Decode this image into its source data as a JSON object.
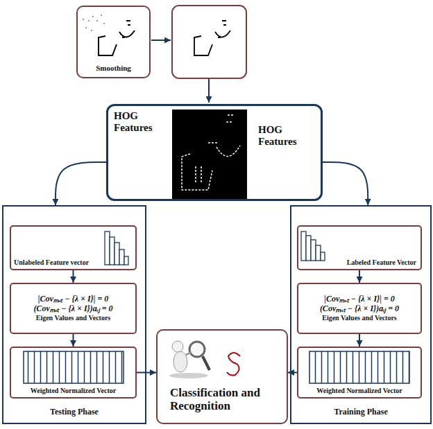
{
  "diagram": {
    "nodes": [
      {
        "text": [
          "Smoothing"
        ]
      },
      {
        "text": [
          "HOG Features",
          "HOG Features"
        ]
      },
      {
        "text": [
          "Testing Phase"
        ]
      },
      {
        "text": [
          "Unlabeled Feature vector"
        ],
        "in": 2
      },
      {
        "text": [
          "|Covₘₐₜ − {λ × I}| = 0",
          "(Covₘₐₜ − {λ × I})aᵢⱼ = 0",
          "Eigen Values and Vectors"
        ],
        "in": 2
      },
      {
        "text": [
          "Weighted Normalized Vector"
        ],
        "in": 2
      },
      {
        "text": [
          "Classification and Recognition"
        ]
      },
      {
        "text": [
          "Training Phase"
        ]
      },
      {
        "text": [
          "Labeled Feature Vector"
        ],
        "in": 7
      },
      {
        "text": [
          "|Covₘₐₜ − {λ × I}| = 0",
          "(Covₘₐₜ − {λ × I})aᵢⱼ = 0",
          "Eigen Values and Vectors"
        ],
        "in": 7
      },
      {
        "text": [
          "Weighted Normalized Vector"
        ],
        "in": 7
      }
    ],
    "edges": [
      {
        "from": 1,
        "to": 2,
        "arrow": "to"
      },
      {
        "from": 1,
        "to": 7,
        "arrow": "to"
      },
      {
        "from": 3,
        "to": 4,
        "arrow": "to"
      },
      {
        "from": 4,
        "to": 5,
        "arrow": "to"
      },
      {
        "from": 8,
        "to": 9,
        "arrow": "to"
      },
      {
        "from": 9,
        "to": 10,
        "arrow": "to"
      },
      {
        "from": 5,
        "to": 6,
        "arrow": "to"
      },
      {
        "from": 10,
        "to": 6,
        "arrow": "to"
      }
    ]
  }
}
